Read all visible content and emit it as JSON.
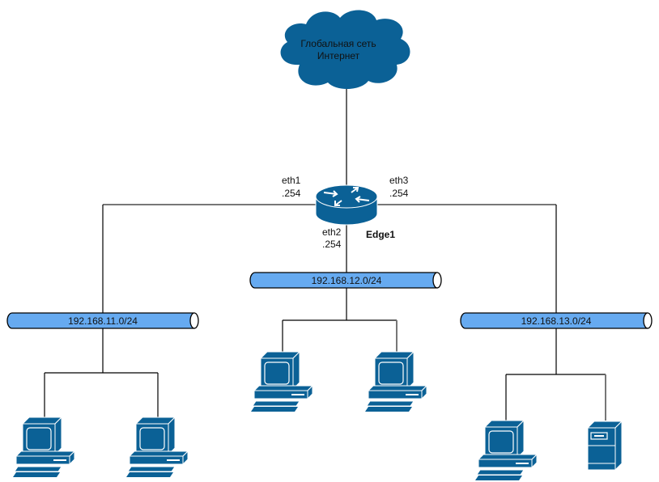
{
  "cloud": {
    "line1": "Глобальная сеть",
    "line2": "Интернет"
  },
  "router": {
    "name": "Edge1",
    "interfaces": [
      {
        "name": "eth1",
        "addr": ".254"
      },
      {
        "name": "eth2",
        "addr": ".254"
      },
      {
        "name": "eth3",
        "addr": ".254"
      }
    ]
  },
  "networks": [
    {
      "label": "192.168.11.0/24",
      "hosts": [
        "workstation",
        "workstation"
      ]
    },
    {
      "label": "192.168.12.0/24",
      "hosts": [
        "workstation",
        "workstation"
      ]
    },
    {
      "label": "192.168.13.0/24",
      "hosts": [
        "workstation",
        "server"
      ]
    }
  ],
  "colors": {
    "device": "#0b6196",
    "segment": "#66aaf0",
    "line": "#000000"
  }
}
